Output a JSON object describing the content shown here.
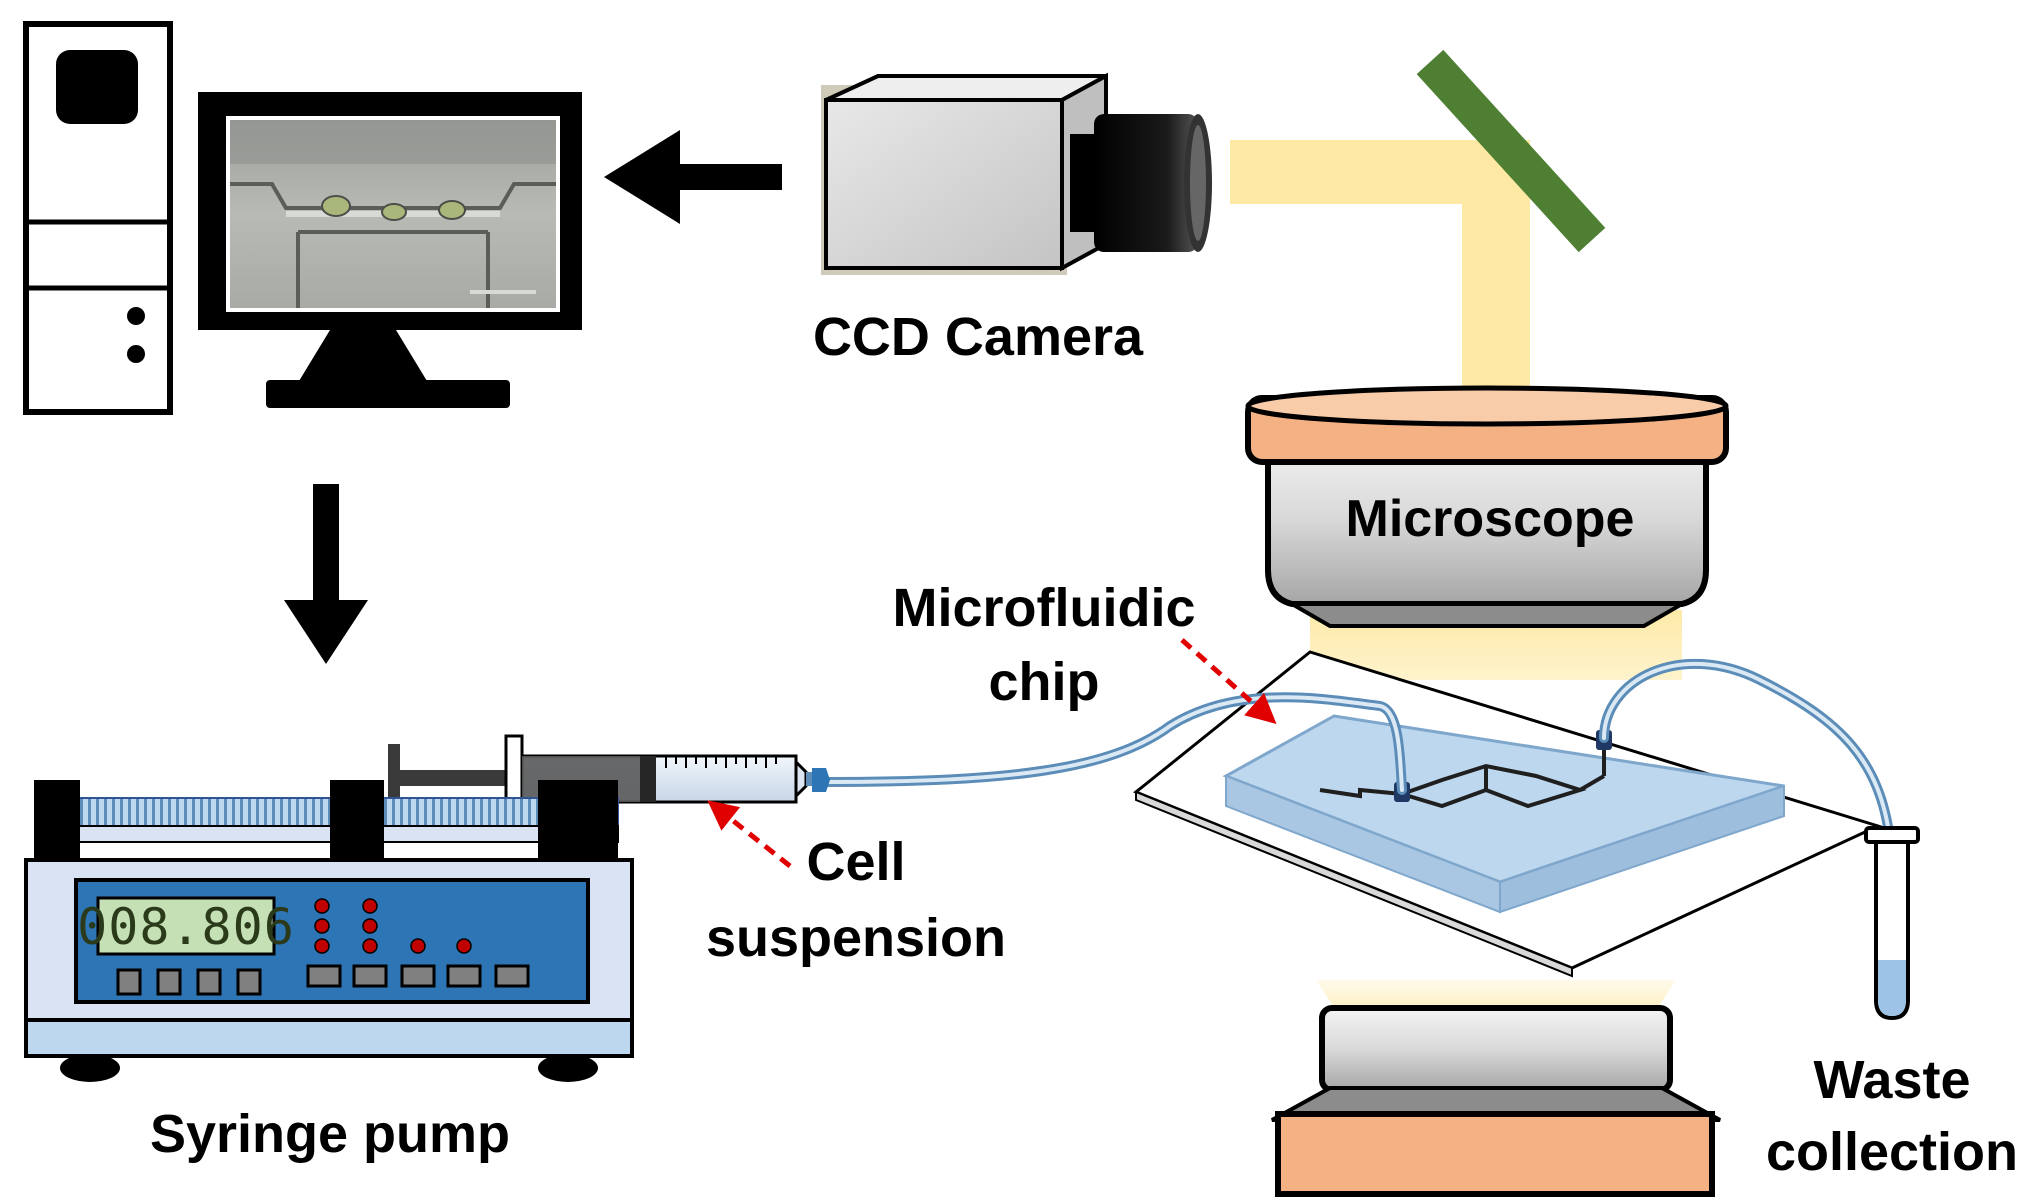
{
  "labels": {
    "ccd_camera": "CCD Camera",
    "microscope": "Microscope",
    "microfluidic_chip_line1": "Microfluidic",
    "microfluidic_chip_line2": "chip",
    "cell_suspension_line1": "Cell",
    "cell_suspension_line2": "suspension",
    "syringe_pump": "Syringe pump",
    "waste_collection_line1": "Waste",
    "waste_collection_line2": "collection"
  },
  "pump_display": "008.806",
  "colors": {
    "light_beam": "#fde9a3",
    "mirror": "#4f7f32",
    "objective_ring": "#f4b183",
    "chip_channel_fill": "#bdd7ee",
    "tubing": "#5b8db8",
    "pump_panel": "#2e75b6",
    "pump_body": "#dae3f3",
    "lcd_screen": "#c5e0b4",
    "indicator_led": "#c00000",
    "red_arrow": "#e00000"
  }
}
